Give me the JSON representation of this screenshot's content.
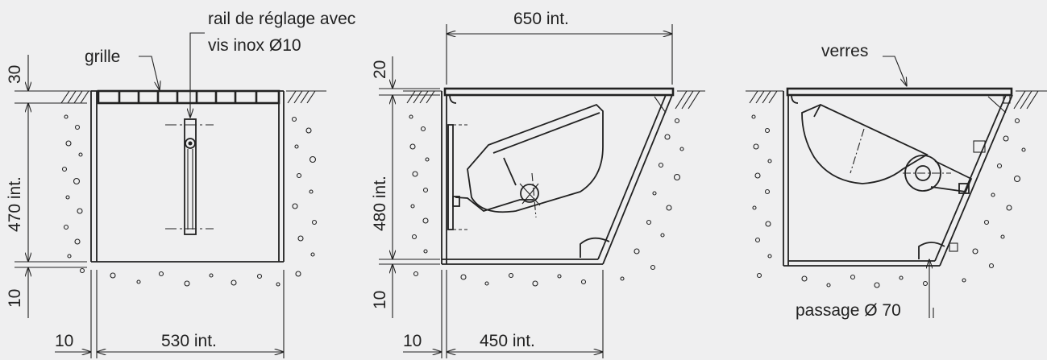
{
  "labels": {
    "rail_line1": "rail de réglage avec",
    "rail_line2": "vis inox Ø10",
    "grille": "grille",
    "verres": "verres",
    "passage": "passage Ø 70"
  },
  "dimensions": {
    "left_top": "30",
    "left_height": "470 int.",
    "left_bottom": "10",
    "left_wall": "10",
    "left_width": "530 int.",
    "mid_top_width": "650 int.",
    "mid_top": "20",
    "mid_height": "480 int.",
    "mid_bottom": "10",
    "mid_wall": "10",
    "mid_width": "450 int."
  }
}
